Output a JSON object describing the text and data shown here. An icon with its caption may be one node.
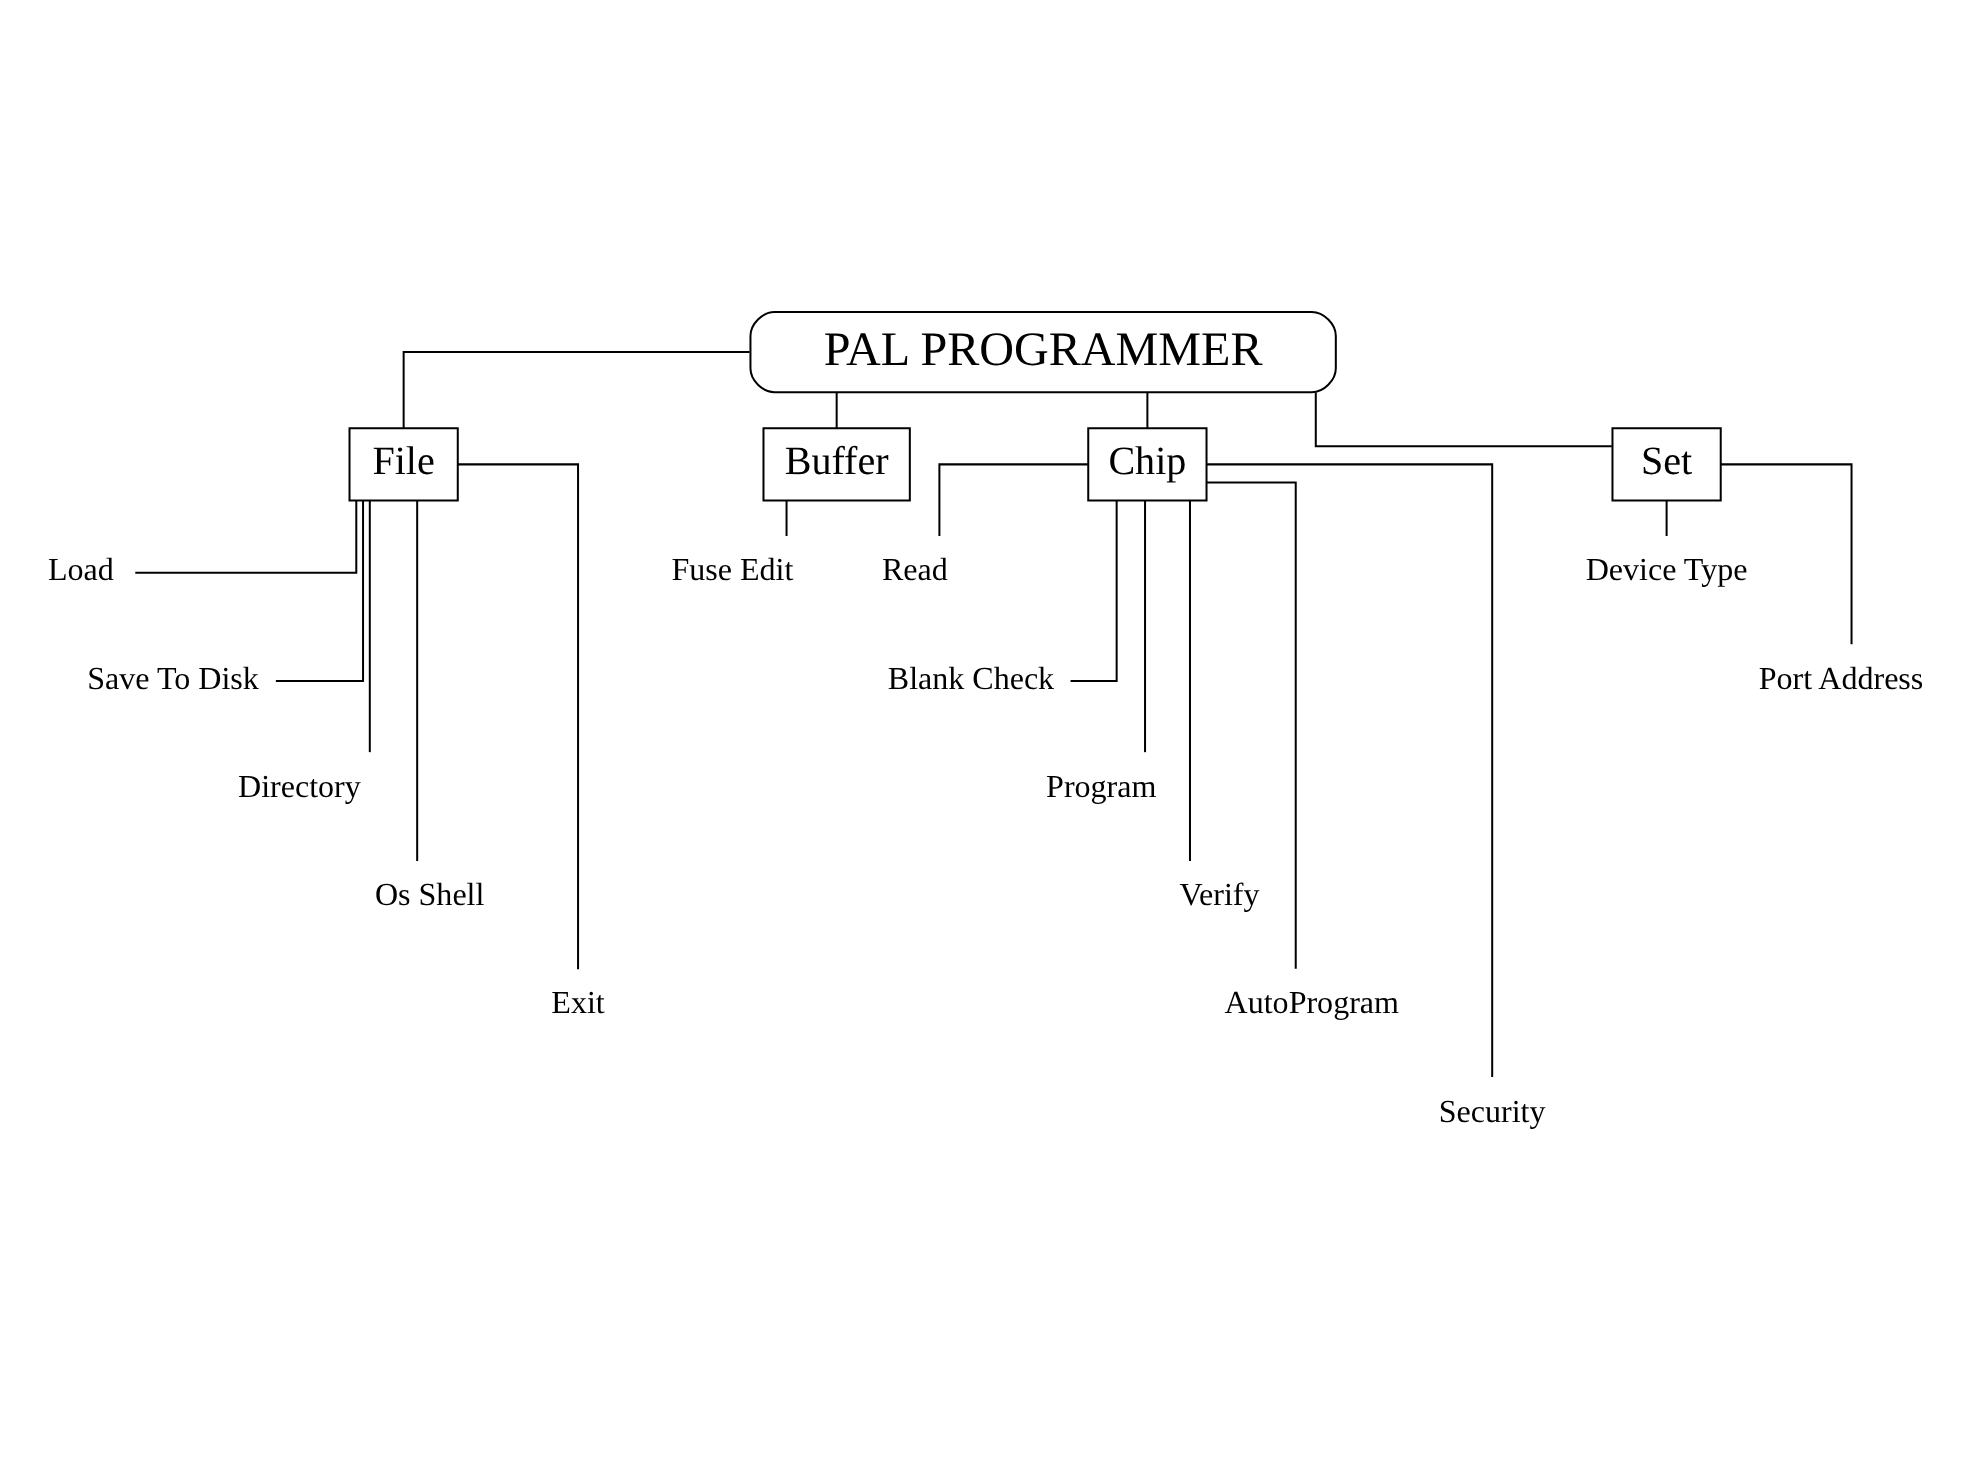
{
  "diagram": {
    "nodes": [
      {
        "text": [
          "PAL PROGRAMMER"
        ]
      },
      {
        "text": [
          "File"
        ]
      },
      {
        "text": [
          "Buffer"
        ]
      },
      {
        "text": [
          "Chip"
        ]
      },
      {
        "text": [
          "Set"
        ]
      },
      {
        "text": [
          "Load"
        ]
      },
      {
        "text": [
          "Save To Disk"
        ]
      },
      {
        "text": [
          "Directory"
        ]
      },
      {
        "text": [
          "Os Shell"
        ]
      },
      {
        "text": [
          "Exit"
        ]
      },
      {
        "text": [
          "Fuse Edit"
        ]
      },
      {
        "text": [
          "Read"
        ]
      },
      {
        "text": [
          "Blank Check"
        ]
      },
      {
        "text": [
          "Program"
        ]
      },
      {
        "text": [
          "Verify"
        ]
      },
      {
        "text": [
          "AutoProgram"
        ]
      },
      {
        "text": [
          "Security"
        ]
      },
      {
        "text": [
          "Device Type"
        ]
      },
      {
        "text": [
          "Port Address"
        ]
      }
    ],
    "edges": [
      {
        "from": 0,
        "to": 1,
        "arrow": "none"
      },
      {
        "from": 0,
        "to": 2,
        "arrow": "none"
      },
      {
        "from": 0,
        "to": 3,
        "arrow": "none"
      },
      {
        "from": 0,
        "to": 4,
        "arrow": "none"
      },
      {
        "from": 1,
        "to": 5,
        "arrow": "none"
      },
      {
        "from": 1,
        "to": 6,
        "arrow": "none"
      },
      {
        "from": 1,
        "to": 7,
        "arrow": "none"
      },
      {
        "from": 1,
        "to": 8,
        "arrow": "none"
      },
      {
        "from": 1,
        "to": 9,
        "arrow": "none"
      },
      {
        "from": 2,
        "to": 10,
        "arrow": "none"
      },
      {
        "from": 3,
        "to": 11,
        "arrow": "none"
      },
      {
        "from": 3,
        "to": 12,
        "arrow": "none"
      },
      {
        "from": 3,
        "to": 13,
        "arrow": "none"
      },
      {
        "from": 3,
        "to": 14,
        "arrow": "none"
      },
      {
        "from": 3,
        "to": 15,
        "arrow": "none"
      },
      {
        "from": 3,
        "to": 16,
        "arrow": "none"
      },
      {
        "from": 4,
        "to": 17,
        "arrow": "none"
      },
      {
        "from": 4,
        "to": 18,
        "arrow": "none"
      }
    ]
  }
}
